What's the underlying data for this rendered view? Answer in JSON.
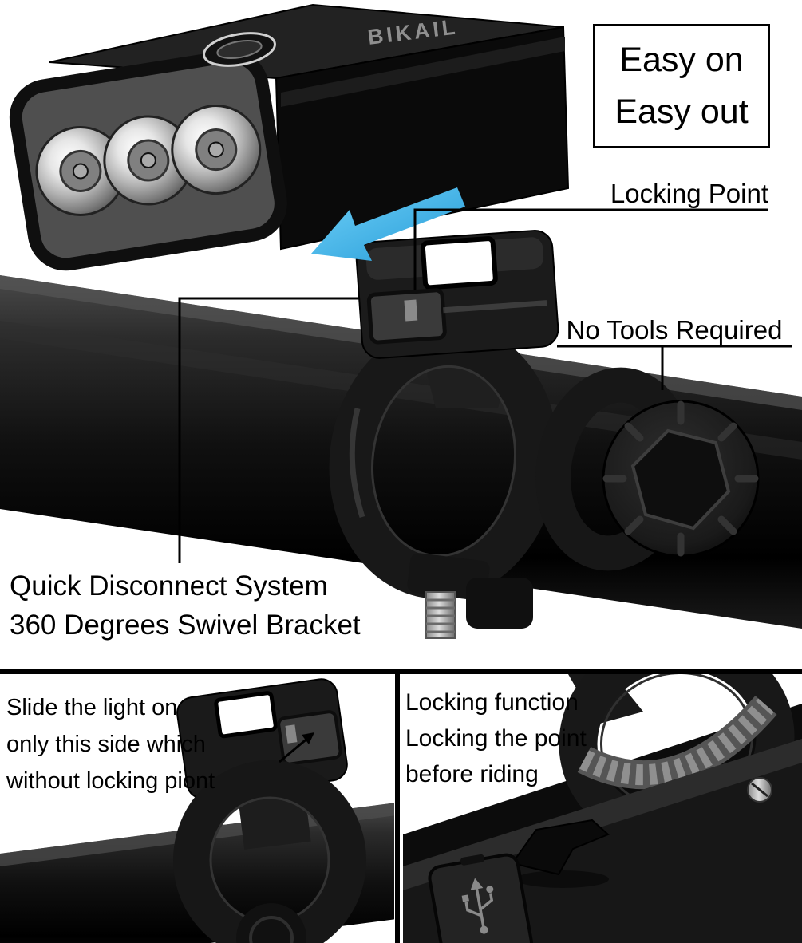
{
  "colors": {
    "background": "#ffffff",
    "text": "#000000",
    "arrow_blue": "#3fb0e5",
    "product_black": "#111111",
    "callout_border": "#000000"
  },
  "product": {
    "brand": "BIKAIL"
  },
  "callouts": {
    "easy_on_out": {
      "line1": "Easy on",
      "line2": "Easy out"
    },
    "locking_point": "Locking Point",
    "no_tools_required": "No Tools Required",
    "quick_disconnect": {
      "line1": "Quick Disconnect System",
      "line2": "360 Degrees Swivel Bracket"
    }
  },
  "panels": {
    "bottom_left": {
      "line1": "Slide the light on",
      "line2": "only this side which",
      "line3": "without locking piont"
    },
    "bottom_right": {
      "line1": "Locking function",
      "line2": "Locking the point",
      "line3": "before riding"
    }
  }
}
